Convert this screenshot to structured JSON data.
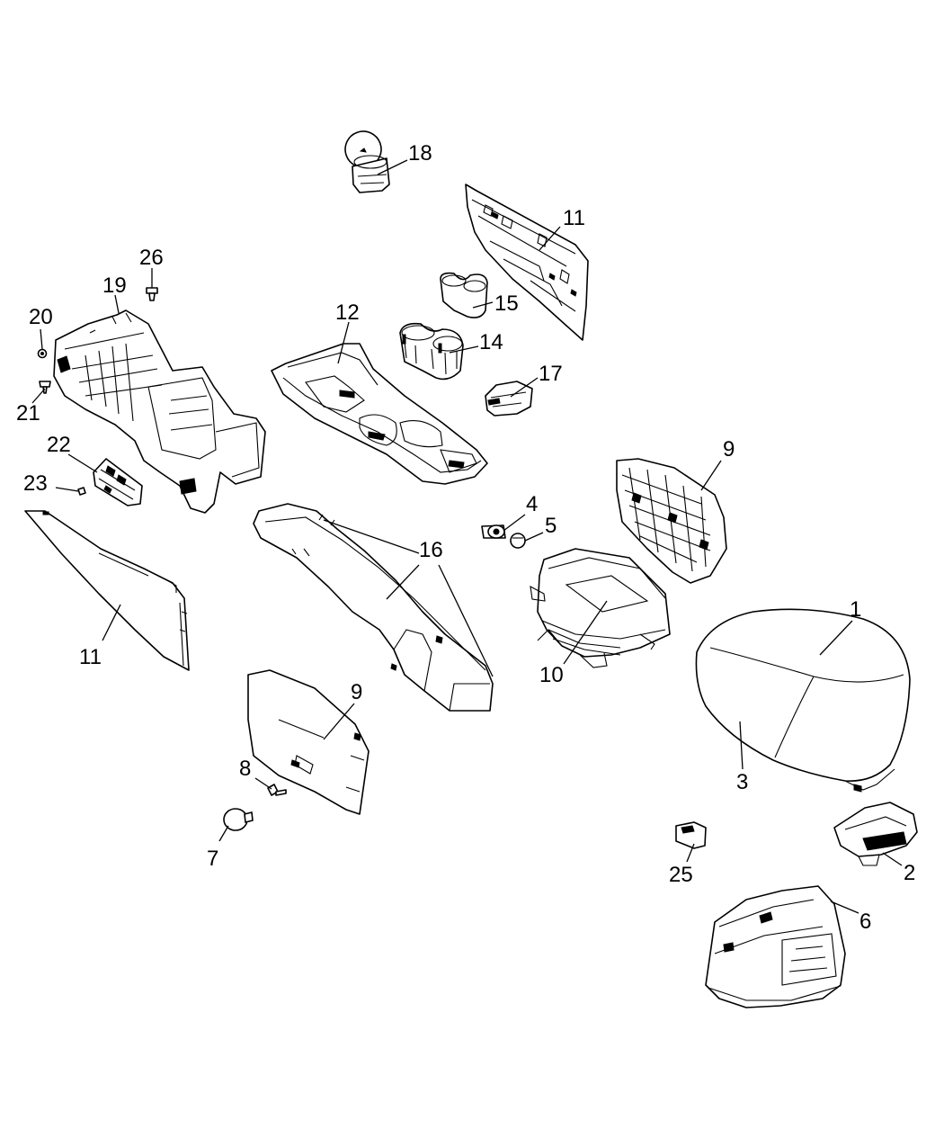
{
  "diagram": {
    "callouts": [
      {
        "id": "c1",
        "text": "1"
      },
      {
        "id": "c2",
        "text": "2"
      },
      {
        "id": "c3",
        "text": "3"
      },
      {
        "id": "c4",
        "text": "4"
      },
      {
        "id": "c5",
        "text": "5"
      },
      {
        "id": "c6",
        "text": "6"
      },
      {
        "id": "c7",
        "text": "7"
      },
      {
        "id": "c8",
        "text": "8"
      },
      {
        "id": "c9a",
        "text": "9"
      },
      {
        "id": "c9b",
        "text": "9"
      },
      {
        "id": "c10",
        "text": "10"
      },
      {
        "id": "c11a",
        "text": "11"
      },
      {
        "id": "c11b",
        "text": "11"
      },
      {
        "id": "c12",
        "text": "12"
      },
      {
        "id": "c14",
        "text": "14"
      },
      {
        "id": "c15",
        "text": "15"
      },
      {
        "id": "c16",
        "text": "16"
      },
      {
        "id": "c17",
        "text": "17"
      },
      {
        "id": "c18",
        "text": "18"
      },
      {
        "id": "c19",
        "text": "19"
      },
      {
        "id": "c20",
        "text": "20"
      },
      {
        "id": "c21",
        "text": "21"
      },
      {
        "id": "c22",
        "text": "22"
      },
      {
        "id": "c23",
        "text": "23"
      },
      {
        "id": "c25",
        "text": "25"
      },
      {
        "id": "c26",
        "text": "26"
      }
    ]
  }
}
